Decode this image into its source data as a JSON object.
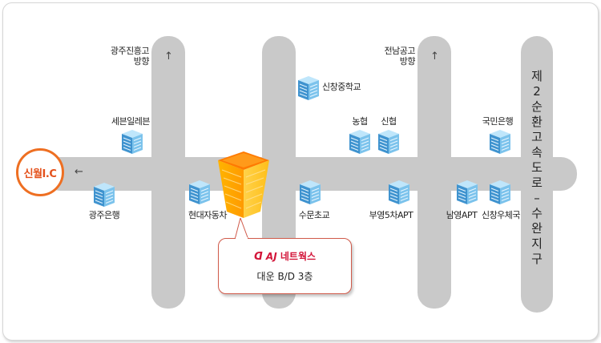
{
  "destination": {
    "brand_logo": "ᗡ",
    "brand_aj": "AJ",
    "brand_name": "네트웍스",
    "floor": "대운 B/D 3층"
  },
  "interchange": {
    "label": "신월I.C"
  },
  "directions": {
    "gwangju_jinheung": {
      "line1": "광주진흥고",
      "line2": "방향"
    },
    "jeonnam_gonggo": {
      "line1": "전남공고",
      "line2": "방향"
    }
  },
  "ring_road": {
    "chars": [
      "제",
      "2",
      "순",
      "환",
      "고",
      "속",
      "도",
      "로",
      "–",
      "수",
      "완",
      "지",
      "구"
    ]
  },
  "landmarks": {
    "sechang_middle": "신창중학교",
    "seven_eleven": "세븐일레븐",
    "nonghyup": "농협",
    "sinhyup": "신협",
    "kookmin_bank": "국민은행",
    "gwangju_bank": "광주은행",
    "hyundai_motors": "현대자동차",
    "sumun_elementary": "수문초교",
    "buyoung_apt": "부영5차APT",
    "namyoung_apt": "남영APT",
    "sinchang_post": "신창우체국"
  },
  "colors": {
    "road": "#c9c9c9",
    "accent_orange": "#ee6f22",
    "brand_red": "#d3163a",
    "building_blue": "#4aa3d8"
  },
  "icons": {
    "up_arrow": "↑",
    "left_arrow": "←"
  }
}
